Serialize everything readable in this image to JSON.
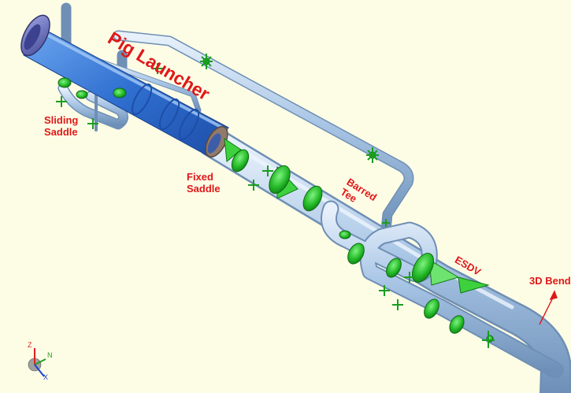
{
  "labels": {
    "pig_launcher": "Pig Launcher",
    "sliding_saddle": [
      "Sliding",
      "Saddle"
    ],
    "fixed_saddle": [
      "Fixed",
      "Saddle"
    ],
    "barred_tee": [
      "Barred",
      "Tee"
    ],
    "esdv": "ESDV",
    "bend_3d": "3D Bend"
  },
  "axes": {
    "z": "Z",
    "n": "N",
    "x": "X"
  },
  "colors": {
    "background": "#fdfde6",
    "pipe": "#aecbe8",
    "launcher_barrel": "#3d7fd9",
    "flange": "#26c22c",
    "label": "#e01818"
  }
}
